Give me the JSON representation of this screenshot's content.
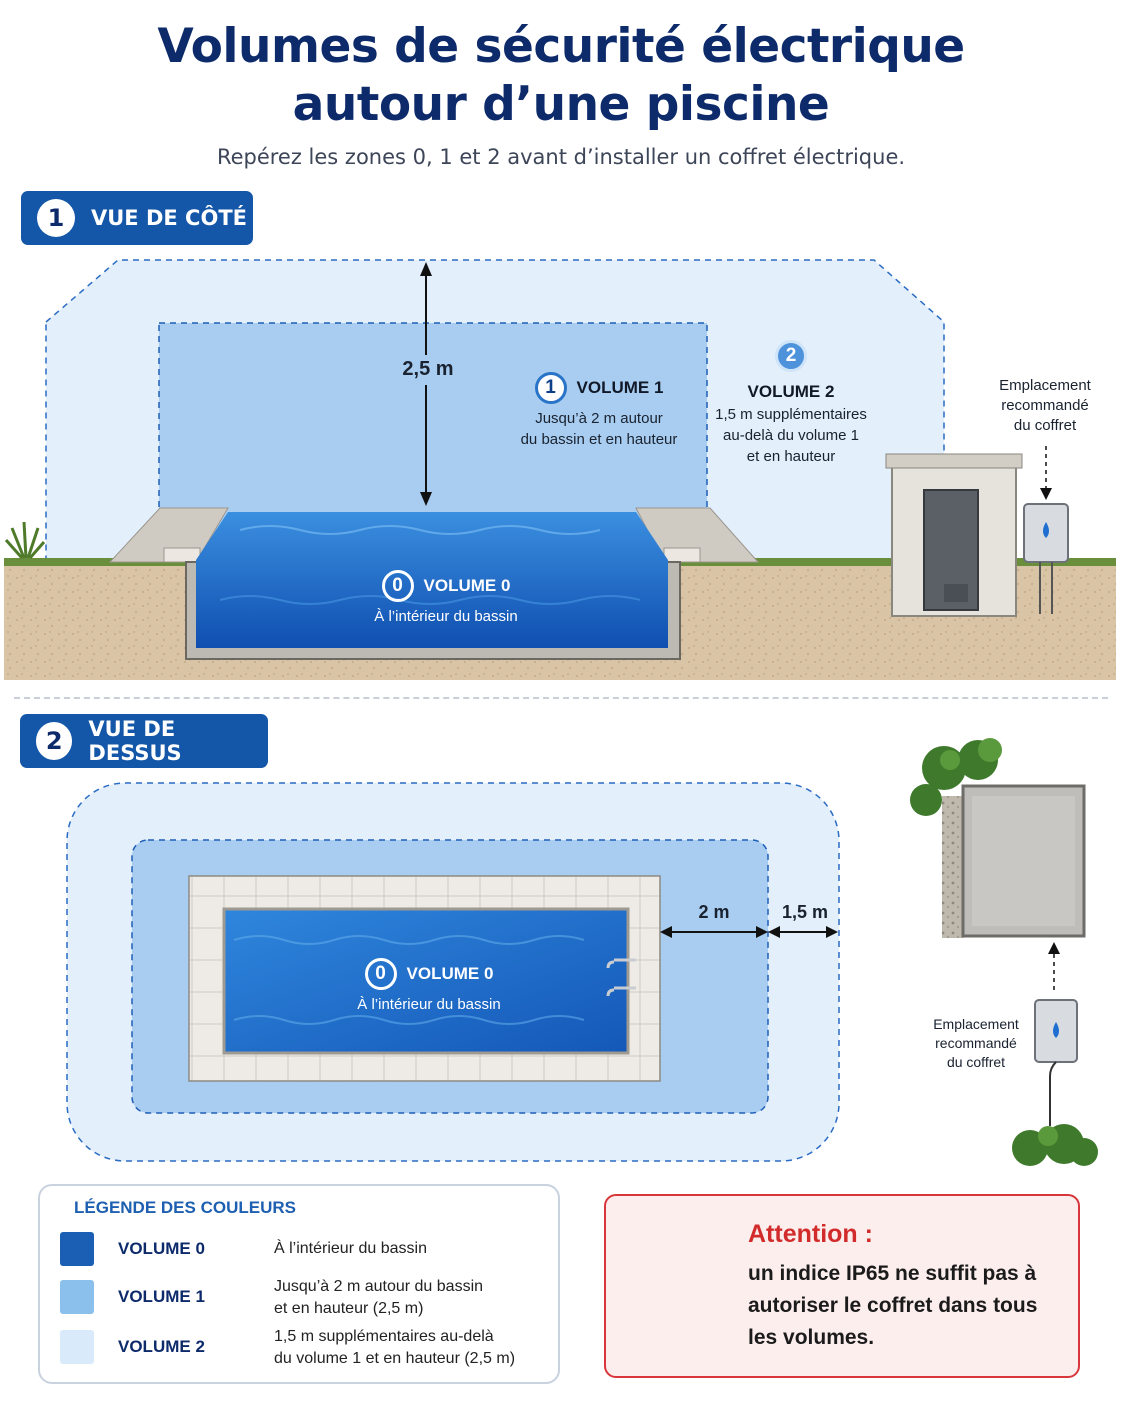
{
  "header": {
    "title_line1": "Volumes de sécurité électrique",
    "title_line2": "autour d’une piscine",
    "subtitle": "Repérez les zones 0, 1 et 2 avant d’installer un coffret électrique."
  },
  "side_view": {
    "tag_number": "1",
    "tag_label": "VUE DE CÔTÉ",
    "height_label": "2,5 m",
    "volume1": {
      "badge": "1",
      "title": "VOLUME 1",
      "line1": "Jusqu’à 2 m autour",
      "line2": "du bassin et en hauteur"
    },
    "volume2": {
      "badge": "2",
      "title": "VOLUME 2",
      "line1": "1,5 m supplémentaires",
      "line2": "au-delà du volume 1",
      "line3": "et en hauteur"
    },
    "volume0": {
      "badge": "0",
      "title": "VOLUME 0",
      "line1": "À l’intérieur du bassin"
    },
    "box_label": {
      "line1": "Emplacement",
      "line2": "recommandé",
      "line3": "du coffret"
    }
  },
  "top_view": {
    "tag_number": "2",
    "tag_label": "VUE DE DESSUS",
    "dim1": "2 m",
    "dim2": "1,5 m",
    "volume0": {
      "badge": "0",
      "title": "VOLUME 0",
      "line1": "À l’intérieur du bassin"
    },
    "box_label": {
      "line1": "Emplacement",
      "line2": "recommandé",
      "line3": "du coffret"
    }
  },
  "legend": {
    "title": "LÉGENDE DES COULEURS",
    "rows": [
      {
        "name": "VOLUME 0",
        "desc1": "À l’intérieur du bassin",
        "desc2": "",
        "color": "#1a5fb4"
      },
      {
        "name": "VOLUME 1",
        "desc1": "Jusqu’à 2 m autour du bassin",
        "desc2": "et en hauteur (2,5 m)",
        "color": "#8cc0ec"
      },
      {
        "name": "VOLUME 2",
        "desc1": "1,5 m supplémentaires au-delà",
        "desc2": "du volume 1 et en hauteur (2,5 m)",
        "color": "#d9ebfb"
      }
    ]
  },
  "alert": {
    "heading": "Attention :",
    "body": "un indice IP65 ne suffit pas à autoriser le coffret dans tous les volumes."
  },
  "colors": {
    "navy": "#0d2a6b",
    "accent_blue": "#1457a8",
    "volume0": "#1a5fb4",
    "volume1": "#8cc0ec",
    "volume2": "#d9ebfb",
    "danger": "#d12b2b"
  }
}
